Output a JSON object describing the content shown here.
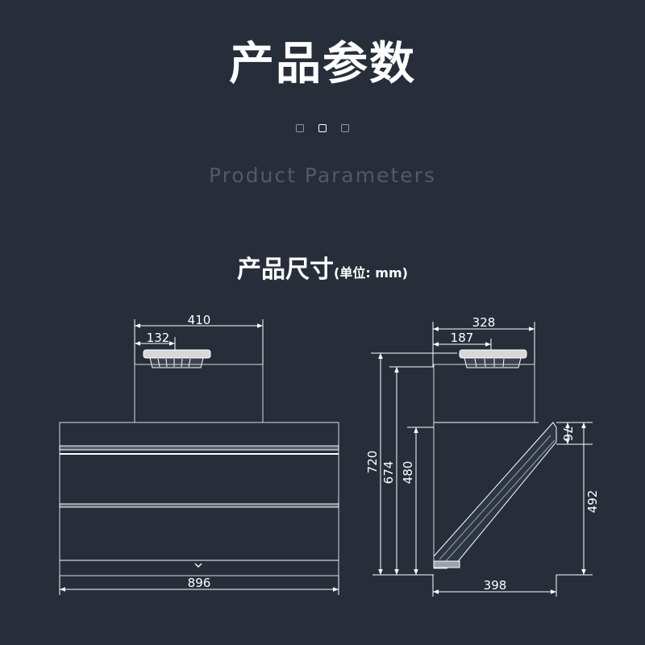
{
  "header": {
    "title": "产品参数",
    "subtitle": "Product Parameters"
  },
  "pager": {
    "count": 3,
    "active_index": 1
  },
  "section": {
    "title": "产品尺寸",
    "unit": "(单位: mm)"
  },
  "dimensions": {
    "front": {
      "top_width": "410",
      "outlet_offset": "132",
      "total_width": "896"
    },
    "side": {
      "top_depth": "328",
      "outlet_offset": "187",
      "total_height": "720",
      "body_height": "674",
      "lower_height": "480",
      "panel_top": "76",
      "panel_height": "492",
      "bottom_depth": "398"
    }
  },
  "colors": {
    "background": "#272e3a",
    "line": "#ffffff",
    "subtitle": "#525a68"
  }
}
